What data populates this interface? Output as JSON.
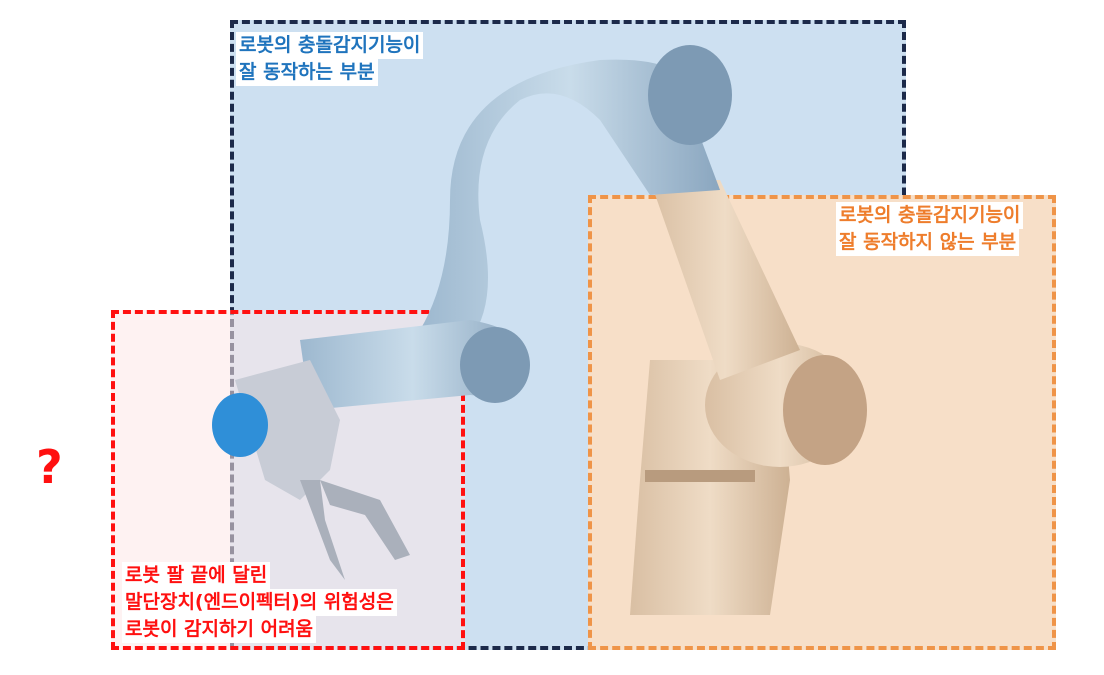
{
  "zones": {
    "blue": {
      "line1": "로봇의 충돌감지기능이",
      "line2": "잘 동작하는 부분",
      "text_color": "#1f74bd",
      "border_color": "#1c2a4a",
      "fill": "#cde0f1"
    },
    "orange": {
      "line1": "로봇의 충돌감지기능이",
      "line2": "잘 동작하지 않는 부분",
      "text_color": "#ee7d2c",
      "border_color": "#ef9448",
      "fill": "#f7dfc8"
    },
    "red": {
      "line1": "로봇 팔 끝에 달린",
      "line2": "말단장치(엔드이펙터)의 위험성은",
      "line3": "로봇이 감지하기 어려움",
      "text_color": "#ff1010",
      "border_color": "#ff1010"
    }
  },
  "question_mark": "?",
  "icons": {
    "robot": "collaborative-robot-arm-illustration"
  }
}
